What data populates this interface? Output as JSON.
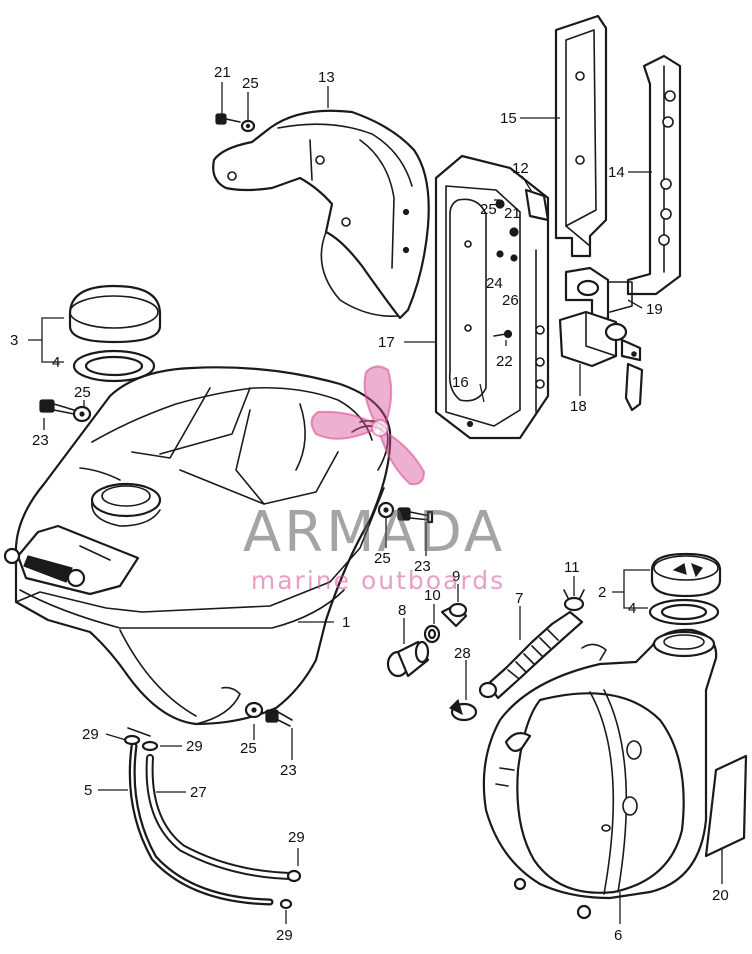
{
  "diagram": {
    "callouts": [
      {
        "id": "c21a",
        "text": "21"
      },
      {
        "id": "c25a",
        "text": "25"
      },
      {
        "id": "c13",
        "text": "13"
      },
      {
        "id": "c15",
        "text": "15"
      },
      {
        "id": "c14",
        "text": "14"
      },
      {
        "id": "c12",
        "text": "12"
      },
      {
        "id": "c25b",
        "text": "25"
      },
      {
        "id": "c21b",
        "text": "21"
      },
      {
        "id": "c24",
        "text": "24"
      },
      {
        "id": "c26",
        "text": "26"
      },
      {
        "id": "c19",
        "text": "19"
      },
      {
        "id": "c17",
        "text": "17"
      },
      {
        "id": "c22",
        "text": "22"
      },
      {
        "id": "c16",
        "text": "16"
      },
      {
        "id": "c18",
        "text": "18"
      },
      {
        "id": "c3",
        "text": "3"
      },
      {
        "id": "c4a",
        "text": "4"
      },
      {
        "id": "c25c",
        "text": "25"
      },
      {
        "id": "c23a",
        "text": "23"
      },
      {
        "id": "c25d",
        "text": "25"
      },
      {
        "id": "c23b",
        "text": "23"
      },
      {
        "id": "c11",
        "text": "11"
      },
      {
        "id": "c9",
        "text": "9"
      },
      {
        "id": "c2",
        "text": "2"
      },
      {
        "id": "c8",
        "text": "8"
      },
      {
        "id": "c10",
        "text": "10"
      },
      {
        "id": "c7",
        "text": "7"
      },
      {
        "id": "c4b",
        "text": "4"
      },
      {
        "id": "c1",
        "text": "1"
      },
      {
        "id": "c28",
        "text": "28"
      },
      {
        "id": "c29a",
        "text": "29"
      },
      {
        "id": "c29b",
        "text": "29"
      },
      {
        "id": "c25e",
        "text": "25"
      },
      {
        "id": "c5",
        "text": "5"
      },
      {
        "id": "c27",
        "text": "27"
      },
      {
        "id": "c23c",
        "text": "23"
      },
      {
        "id": "c29c",
        "text": "29"
      },
      {
        "id": "c29d",
        "text": "29"
      },
      {
        "id": "c20",
        "text": "20"
      },
      {
        "id": "c6",
        "text": "6"
      }
    ]
  },
  "watermark": {
    "brand": "ARMADA",
    "tagline": "marine outboards",
    "logo_icon": "propeller-icon",
    "colors": {
      "brand_gray": "#5a5a5a",
      "logo_pink": "#d750a0"
    }
  }
}
